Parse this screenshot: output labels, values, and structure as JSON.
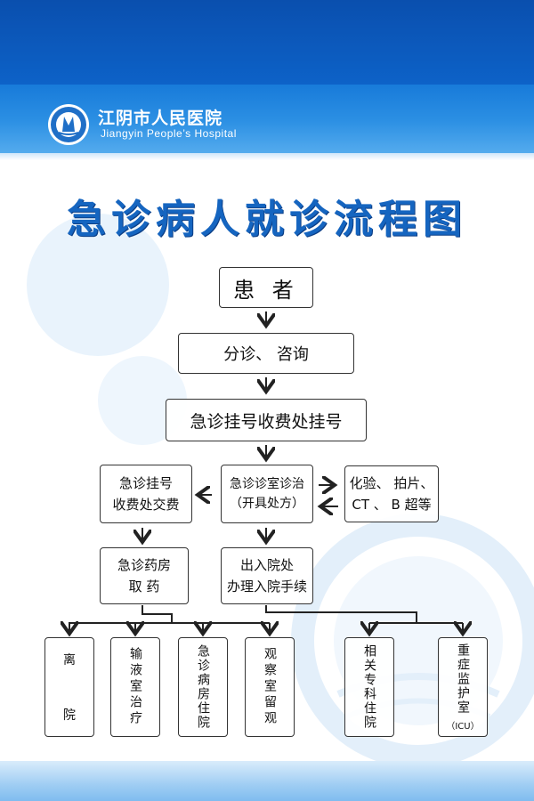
{
  "header": {
    "hospital_name_cn": "江阴市人民医院",
    "hospital_name_en": "Jiangyin People’s Hospital",
    "logo_icon": "hospital-logo-icon"
  },
  "title": "急诊病人就诊流程图",
  "flow": {
    "patient": "患  者",
    "triage": "分诊、 咨询",
    "registration": "急诊挂号收费处挂号",
    "consult_line1": "急诊诊室诊治",
    "consult_line2": "（开具处方）",
    "exam_line1": "化验、 拍片、",
    "exam_line2": "CT 、 B 超等",
    "pay_line1": "急诊挂号",
    "pay_line2": "收费处交费",
    "pharmacy_line1": "急诊药房",
    "pharmacy_line2": "取  药",
    "admission_line1": "出入院处",
    "admission_line2": "办理入院手续",
    "leave": "离",
    "leave_bottom": "院",
    "infusion": "输液室治疗",
    "emergency_ward": "急诊病房住院",
    "observation": "观察室留观",
    "specialty": "相关专科住院",
    "icu": "重症监护室",
    "icu_abbr": "（ICU）"
  },
  "colors": {
    "brand_blue": "#1565c0",
    "header_blue": "#0d6fd4",
    "line": "#222222"
  }
}
